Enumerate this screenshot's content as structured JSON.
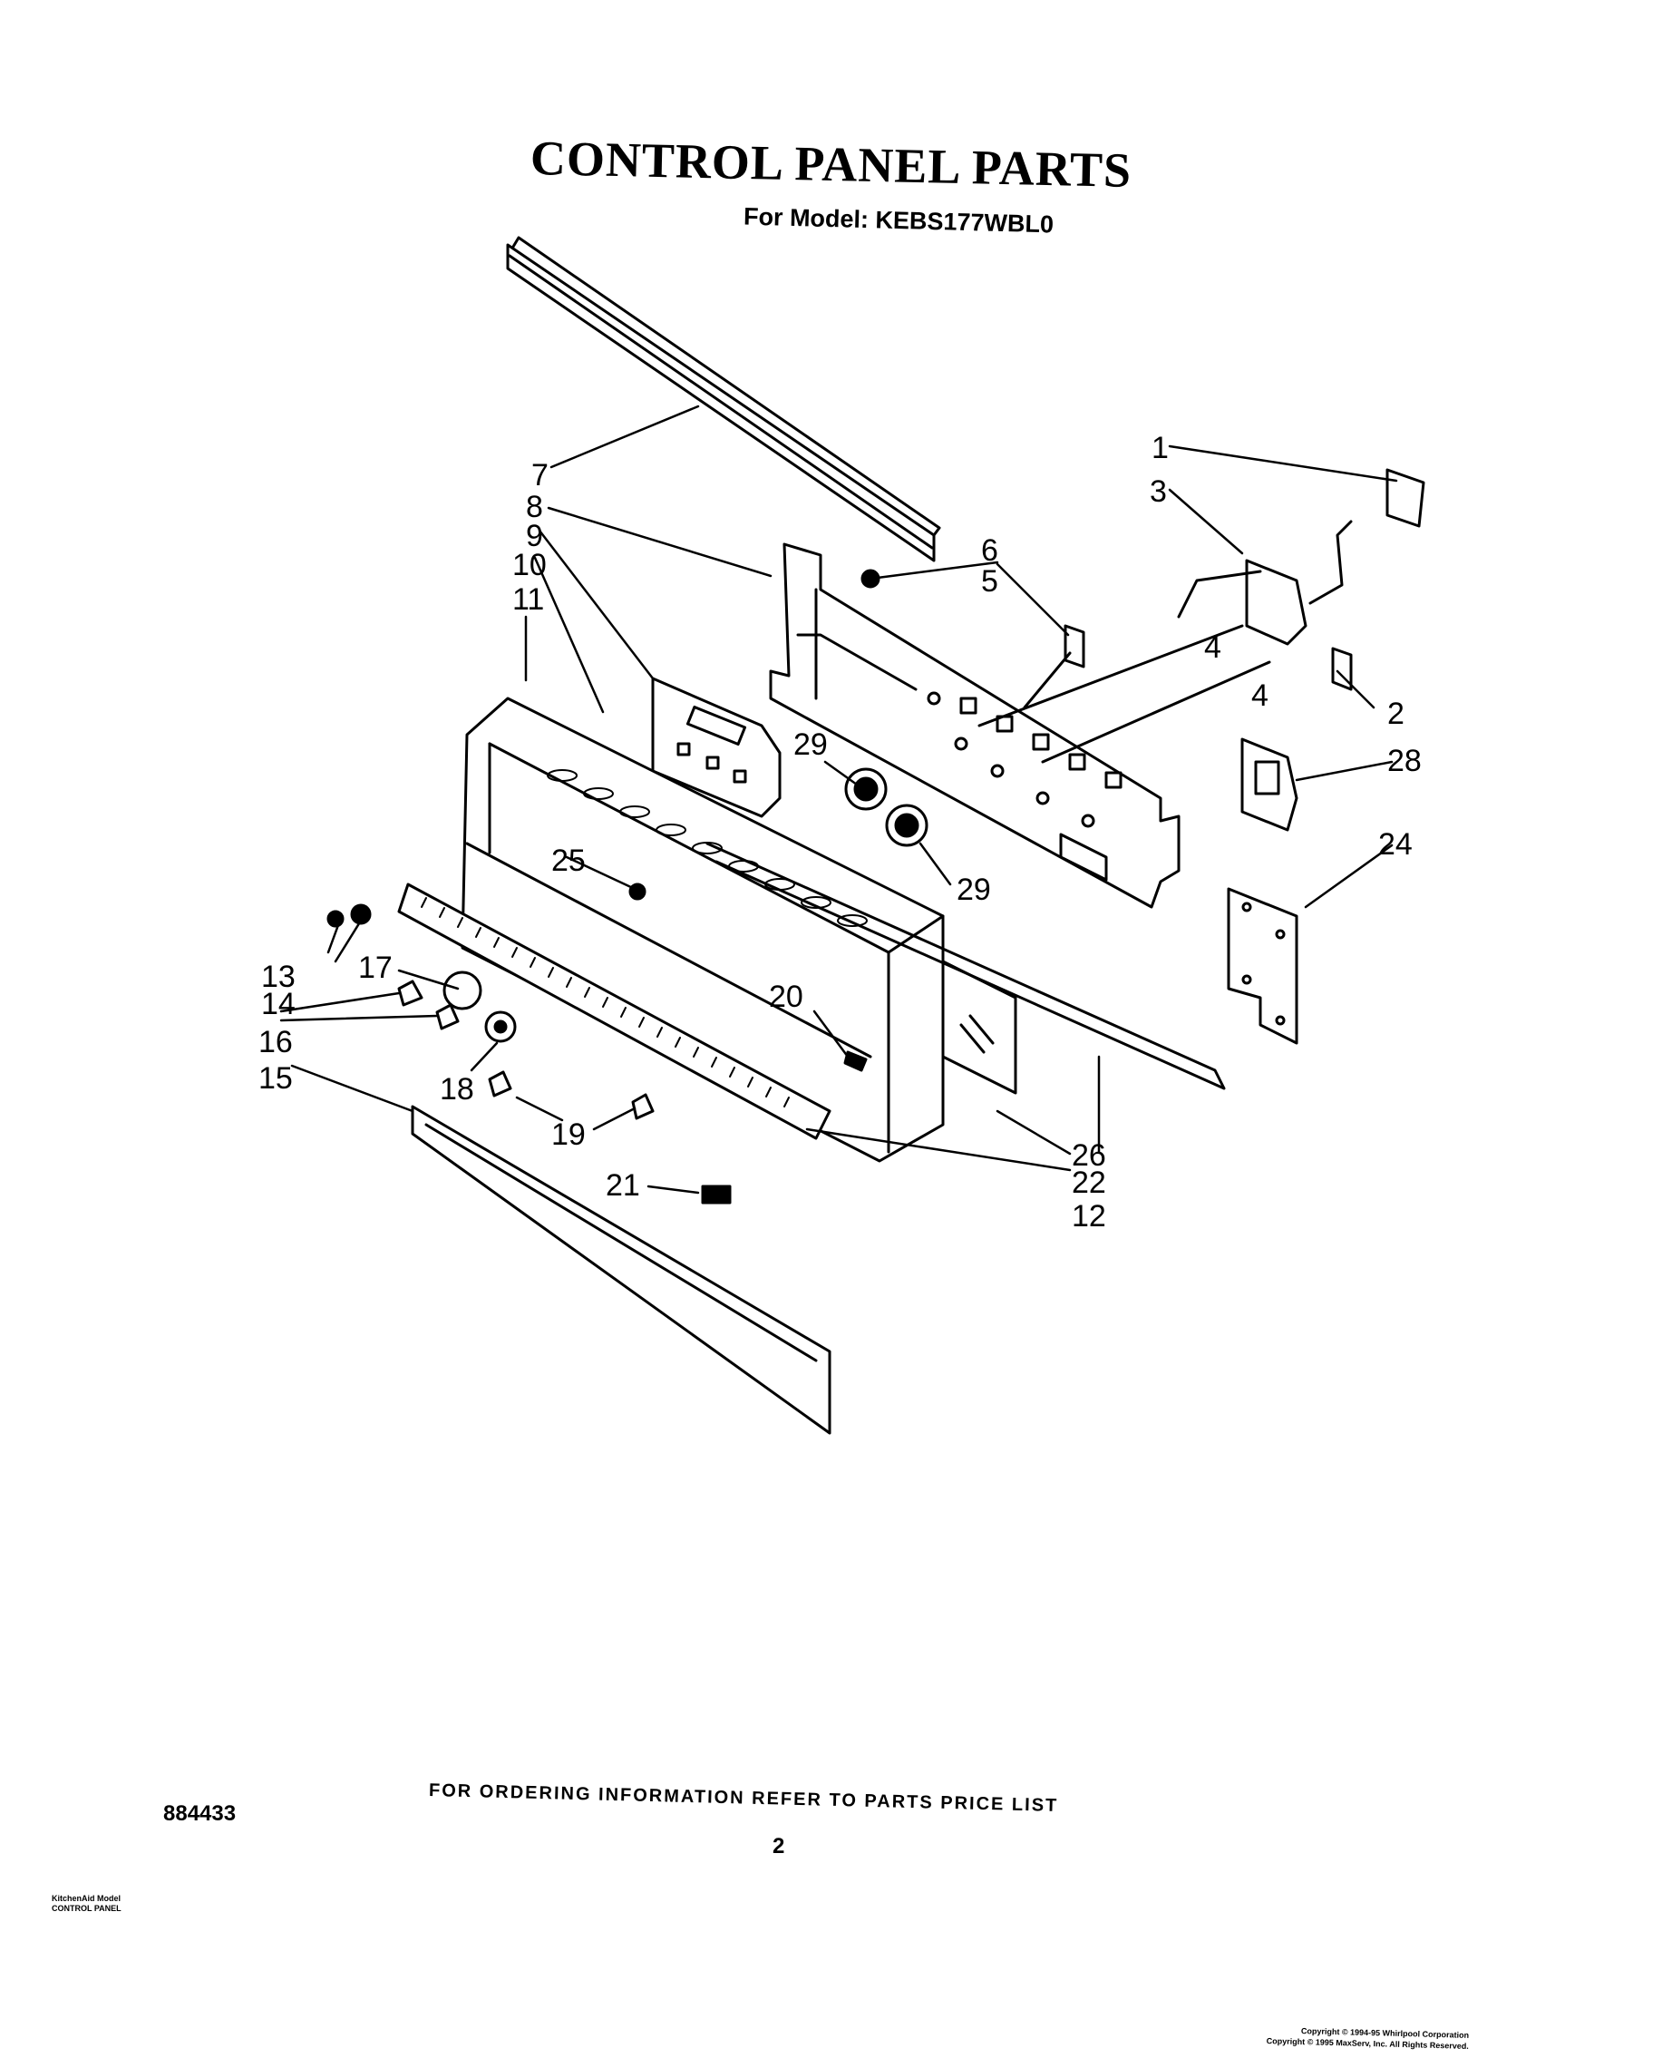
{
  "title": "CONTROL PANEL PARTS",
  "subtitle": "For Model: KEBS177WBL0",
  "page_number": "884433",
  "ordering_note": "FOR ORDERING INFORMATION REFER TO PARTS PRICE LIST",
  "sheet_number": "2",
  "footer_label": [
    "KitchenAid Model",
    "CONTROL PANEL"
  ],
  "copyright": [
    "Copyright © 1994-95 Whirlpool Corporation",
    "Copyright © 1995 MaxServ, Inc. All Rights Reserved."
  ],
  "callouts": [
    "1",
    "2",
    "3",
    "4",
    "4",
    "5",
    "6",
    "7",
    "8",
    "9",
    "10",
    "11",
    "12",
    "13",
    "14",
    "15",
    "16",
    "17",
    "18",
    "19",
    "20",
    "21",
    "22",
    "24",
    "25",
    "26",
    "28",
    "29",
    "29"
  ]
}
